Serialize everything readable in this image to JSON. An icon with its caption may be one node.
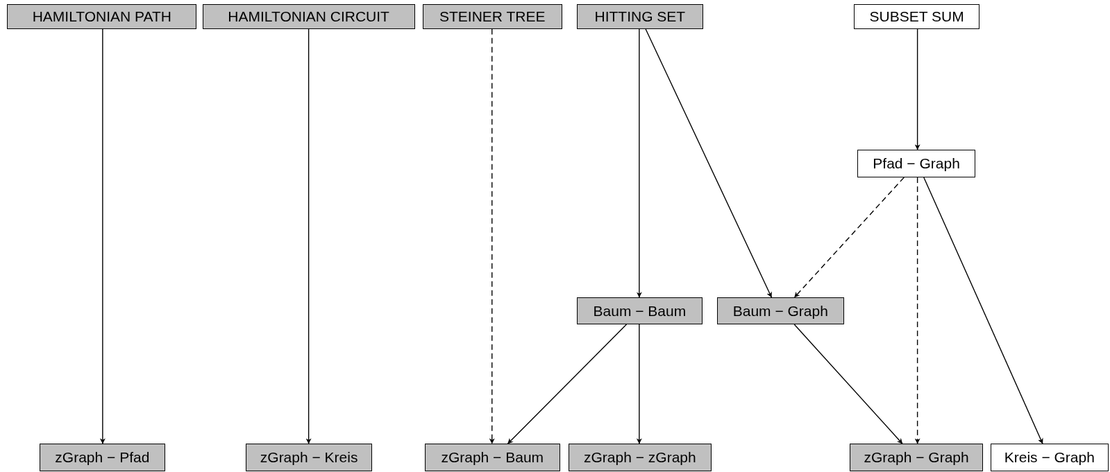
{
  "diagram": {
    "nodes": [
      {
        "text": [
          "HAMILTONIAN PATH"
        ]
      },
      {
        "text": [
          "HAMILTONIAN CIRCUIT"
        ]
      },
      {
        "text": [
          "STEINER TREE"
        ]
      },
      {
        "text": [
          "HITTING SET"
        ]
      },
      {
        "text": [
          "SUBSET SUM"
        ]
      },
      {
        "text": [
          "Pfad − Graph"
        ]
      },
      {
        "text": [
          "Baum − Baum"
        ]
      },
      {
        "text": [
          "Baum − Graph"
        ]
      },
      {
        "text": [
          "zGraph − Pfad"
        ]
      },
      {
        "text": [
          "zGraph − Kreis"
        ]
      },
      {
        "text": [
          "zGraph − Baum"
        ]
      },
      {
        "text": [
          "zGraph − zGraph"
        ]
      },
      {
        "text": [
          "zGraph − Graph"
        ]
      },
      {
        "text": [
          "Kreis − Graph"
        ]
      }
    ],
    "edges": [
      {
        "from": 0,
        "to": 8,
        "arrow": "to"
      },
      {
        "from": 1,
        "to": 9,
        "arrow": "to"
      },
      {
        "from": 2,
        "to": 10,
        "arrow": "to",
        "style": "dashed"
      },
      {
        "from": 3,
        "to": 6,
        "arrow": "to"
      },
      {
        "from": 3,
        "to": 7,
        "arrow": "to"
      },
      {
        "from": 4,
        "to": 5,
        "arrow": "to"
      },
      {
        "from": 5,
        "to": 7,
        "arrow": "to",
        "style": "dashed"
      },
      {
        "from": 5,
        "to": 12,
        "arrow": "to",
        "style": "dashed"
      },
      {
        "from": 5,
        "to": 13,
        "arrow": "to"
      },
      {
        "from": 6,
        "to": 10,
        "arrow": "to"
      },
      {
        "from": 6,
        "to": 11,
        "arrow": "to"
      },
      {
        "from": 7,
        "to": 12,
        "arrow": "to"
      }
    ]
  }
}
